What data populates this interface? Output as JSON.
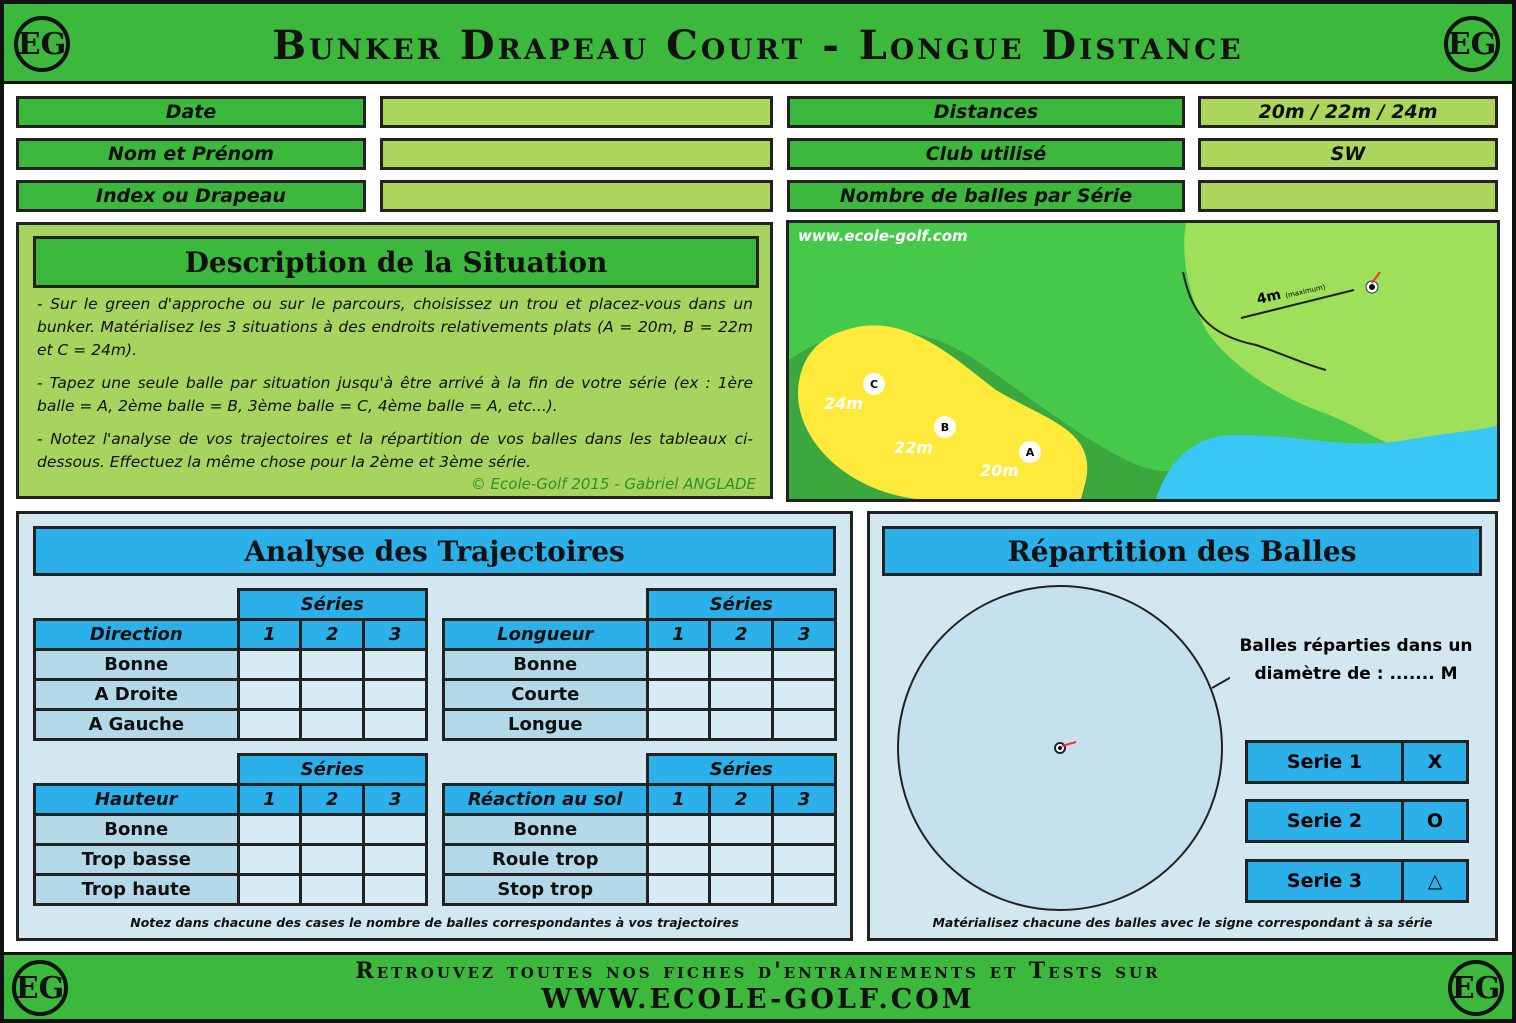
{
  "header": {
    "title": "Bunker Drapeau Court - Longue Distance",
    "logo": "EG"
  },
  "info": {
    "rows": [
      {
        "label": "Date",
        "value": "",
        "label2": "Distances",
        "value2": "20m / 22m / 24m"
      },
      {
        "label": "Nom et Prénom",
        "value": "",
        "label2": "Club utilisé",
        "value2": "SW"
      },
      {
        "label": "Index ou Drapeau",
        "value": "",
        "label2": "Nombre de balles par Série",
        "value2": ""
      }
    ]
  },
  "description": {
    "title": "Description de la Situation",
    "paragraphs": [
      "- Sur le green d'approche ou sur le parcours, choisissez un trou et placez-vous dans un bunker. Matérialisez les 3 situations à des endroits relativements plats (A = 20m, B = 22m et C = 24m).",
      "- Tapez une seule balle par situation jusqu'à être arrivé à la fin de votre série (ex : 1ère balle = A, 2ème balle = B, 3ème balle = C, 4ème balle = A, etc...).",
      "- Notez l'analyse de vos trajectoires et la répartition de vos balles dans les tableaux ci-dessous. Effectuez la même chose pour la 2ème et 3ème série."
    ],
    "copyright": "© Ecole-Golf 2015 - Gabriel ANGLADE"
  },
  "map": {
    "site": "www.ecole-golf.com",
    "distance": "4m",
    "distance_note": "(maximum)",
    "points": [
      {
        "id": "A",
        "dist": "20m"
      },
      {
        "id": "B",
        "dist": "22m"
      },
      {
        "id": "C",
        "dist": "24m"
      }
    ]
  },
  "analysis": {
    "title": "Analyse des Trajectoires",
    "series_label": "Séries",
    "cols": [
      "1",
      "2",
      "3"
    ],
    "tables": [
      {
        "header": "Direction",
        "rows": [
          "Bonne",
          "A Droite",
          "A Gauche"
        ]
      },
      {
        "header": "Longueur",
        "rows": [
          "Bonne",
          "Courte",
          "Longue"
        ]
      },
      {
        "header": "Hauteur",
        "rows": [
          "Bonne",
          "Trop basse",
          "Trop haute"
        ]
      },
      {
        "header": "Réaction au sol",
        "rows": [
          "Bonne",
          "Roule trop",
          "Stop trop"
        ]
      }
    ],
    "note": "Notez dans chacune des cases le nombre de balles correspondantes à vos trajectoires"
  },
  "repartition": {
    "title": "Répartition des Balles",
    "text1": "Balles réparties dans un",
    "text2": "diamètre de : ....... M",
    "series": [
      {
        "label": "Serie 1",
        "symbol": "X"
      },
      {
        "label": "Serie 2",
        "symbol": "O"
      },
      {
        "label": "Serie 3",
        "symbol": "△"
      }
    ],
    "note": "Matérialisez chacune des balles avec le signe correspondant à sa série"
  },
  "footer": {
    "line1": "Retrouvez toutes nos fiches d'entrainements et Tests sur",
    "line2": "WWW.ECOLE-GOLF.COM"
  },
  "colors": {
    "green": "#3cb93c",
    "light_green": "#add65c",
    "blue": "#2bb0ea",
    "panel": "#d3e7f1"
  }
}
